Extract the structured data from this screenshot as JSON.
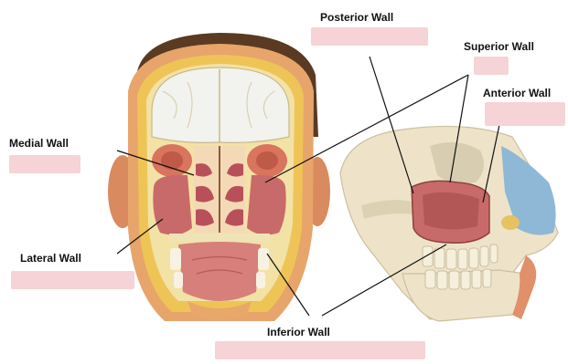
{
  "labels": {
    "posterior": "Posterior Wall",
    "superior": "Superior Wall",
    "anterior": "Anterior Wall",
    "medial": "Medial Wall",
    "lateral": "Lateral Wall",
    "inferior": "Inferior Wall"
  },
  "colors": {
    "answer_blank": "#f6d3d6",
    "bone": "#f3e2a6",
    "sinus": "#c96a6a",
    "brain": "#f2f2ee",
    "hair": "#5a3a22",
    "skin": "#e09a6a",
    "fat": "#e8c24a",
    "nasal_cartilage": "#8fb7d6",
    "leader_line": "#111111"
  }
}
